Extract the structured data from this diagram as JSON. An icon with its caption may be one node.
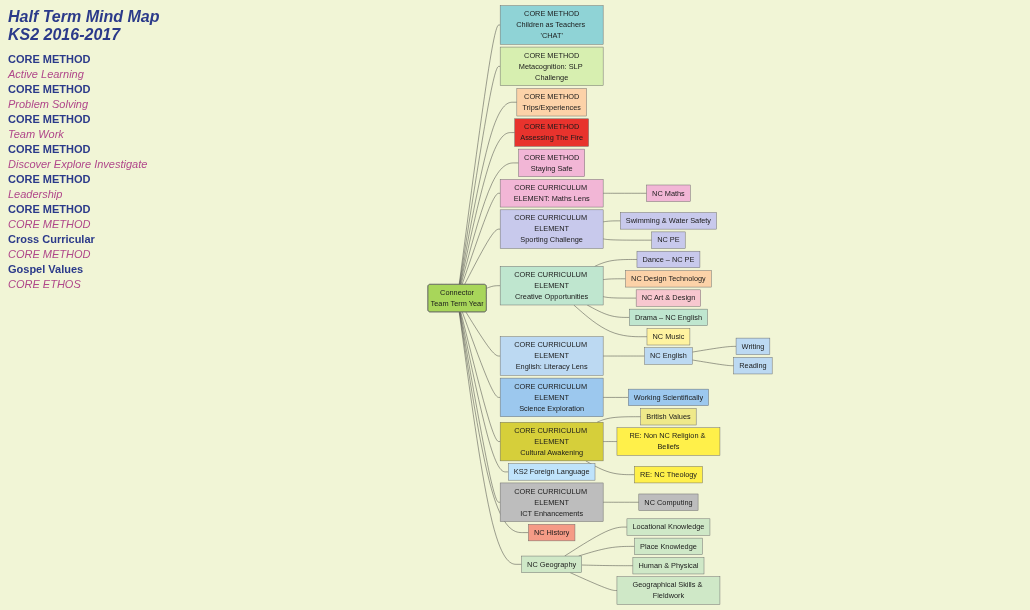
{
  "diagram": {
    "title": "Half Term Mind Map KS2 2016-2017",
    "nodes": [
      {
        "text": [
          "Connector",
          "Team Term Year"
        ]
      },
      {
        "text": [
          "CORE METHOD",
          "Children as Teachers 'CHAT'"
        ]
      },
      {
        "text": [
          "CORE METHOD",
          "Metacognition: SLP Challenge"
        ]
      },
      {
        "text": [
          "CORE METHOD",
          "Trips/Experiences"
        ]
      },
      {
        "text": [
          "CORE METHOD",
          "Assessing The Fire"
        ]
      },
      {
        "text": [
          "CORE METHOD",
          "Staying Safe"
        ]
      },
      {
        "text": [
          "CORE CURRICULUM ELEMENT: Maths Lens"
        ]
      },
      {
        "text": [
          "NC Maths"
        ]
      },
      {
        "text": [
          "CORE CURRICULUM ELEMENT",
          "Sporting Challenge"
        ]
      },
      {
        "text": [
          "Swimming & Water Safety"
        ]
      },
      {
        "text": [
          "NC PE"
        ]
      },
      {
        "text": [
          "Dance – NC PE"
        ]
      },
      {
        "text": [
          "NC Design Technology"
        ]
      },
      {
        "text": [
          "NC Art & Design"
        ]
      },
      {
        "text": [
          "CORE CURRICULUM ELEMENT",
          "Creative Opportunities"
        ]
      },
      {
        "text": [
          "Drama – NC English"
        ]
      },
      {
        "text": [
          "NC Music"
        ]
      },
      {
        "text": [
          "CORE CURRICULUM ELEMENT",
          "English: Literacy Lens"
        ]
      },
      {
        "text": [
          "NC English"
        ]
      },
      {
        "text": [
          "Writing"
        ]
      },
      {
        "text": [
          "Reading"
        ]
      },
      {
        "text": [
          "CORE CURRICULUM ELEMENT",
          "Science Exploration"
        ]
      },
      {
        "text": [
          "Working Scientifically"
        ]
      },
      {
        "text": [
          "CORE CURRICULUM ELEMENT",
          "Cultural Awakening"
        ]
      },
      {
        "text": [
          "British Values"
        ]
      },
      {
        "text": [
          "RE: Non NC Religion & Beliefs"
        ]
      },
      {
        "text": [
          "RE: NC Theology"
        ]
      },
      {
        "text": [
          "KS2 Foreign Language"
        ]
      },
      {
        "text": [
          "CORE CURRICULUM ELEMENT",
          "ICT Enhancements"
        ]
      },
      {
        "text": [
          "NC Computing"
        ]
      },
      {
        "text": [
          "NC History"
        ]
      },
      {
        "text": [
          "NC Geography"
        ]
      },
      {
        "text": [
          "Locational Knowledge"
        ]
      },
      {
        "text": [
          "Place Knowledge"
        ]
      },
      {
        "text": [
          "Human & Physical"
        ]
      },
      {
        "text": [
          "Geographical Skills & Fieldwork"
        ]
      }
    ],
    "edges": [
      {
        "from": 0,
        "to": 1,
        "arrow": "none"
      },
      {
        "from": 0,
        "to": 2,
        "arrow": "none"
      },
      {
        "from": 0,
        "to": 3,
        "arrow": "none"
      },
      {
        "from": 0,
        "to": 4,
        "arrow": "none"
      },
      {
        "from": 0,
        "to": 5,
        "arrow": "none"
      },
      {
        "from": 0,
        "to": 6,
        "arrow": "none"
      },
      {
        "from": 6,
        "to": 7,
        "arrow": "none"
      },
      {
        "from": 0,
        "to": 8,
        "arrow": "none"
      },
      {
        "from": 8,
        "to": 9,
        "arrow": "none"
      },
      {
        "from": 8,
        "to": 10,
        "arrow": "none"
      },
      {
        "from": 0,
        "to": 14,
        "arrow": "none"
      },
      {
        "from": 14,
        "to": 11,
        "arrow": "none"
      },
      {
        "from": 14,
        "to": 12,
        "arrow": "none"
      },
      {
        "from": 14,
        "to": 13,
        "arrow": "none"
      },
      {
        "from": 14,
        "to": 15,
        "arrow": "none"
      },
      {
        "from": 14,
        "to": 16,
        "arrow": "none"
      },
      {
        "from": 0,
        "to": 17,
        "arrow": "none"
      },
      {
        "from": 17,
        "to": 18,
        "arrow": "none"
      },
      {
        "from": 18,
        "to": 19,
        "arrow": "none"
      },
      {
        "from": 18,
        "to": 20,
        "arrow": "none"
      },
      {
        "from": 0,
        "to": 21,
        "arrow": "none"
      },
      {
        "from": 21,
        "to": 22,
        "arrow": "none"
      },
      {
        "from": 0,
        "to": 23,
        "arrow": "none"
      },
      {
        "from": 23,
        "to": 24,
        "arrow": "none"
      },
      {
        "from": 23,
        "to": 25,
        "arrow": "none"
      },
      {
        "from": 23,
        "to": 26,
        "arrow": "none"
      },
      {
        "from": 0,
        "to": 27,
        "arrow": "none"
      },
      {
        "from": 0,
        "to": 28,
        "arrow": "none"
      },
      {
        "from": 28,
        "to": 29,
        "arrow": "none"
      },
      {
        "from": 0,
        "to": 30,
        "arrow": "none"
      },
      {
        "from": 0,
        "to": 31,
        "arrow": "none"
      },
      {
        "from": 31,
        "to": 32,
        "arrow": "none"
      },
      {
        "from": 31,
        "to": 33,
        "arrow": "none"
      },
      {
        "from": 31,
        "to": 34,
        "arrow": "none"
      },
      {
        "from": 31,
        "to": 35,
        "arrow": "none"
      }
    ],
    "labels": [
      "CORE METHOD",
      "Active Learning",
      "CORE METHOD",
      "Problem Solving",
      "CORE METHOD",
      "Team Work",
      "CORE METHOD",
      "Discover Explore Investigate",
      "CORE METHOD",
      "Leadership",
      "CORE METHOD",
      "CORE METHOD",
      "Cross Curricular",
      "CORE METHOD",
      "Gospel Values",
      "CORE ETHOS"
    ]
  }
}
